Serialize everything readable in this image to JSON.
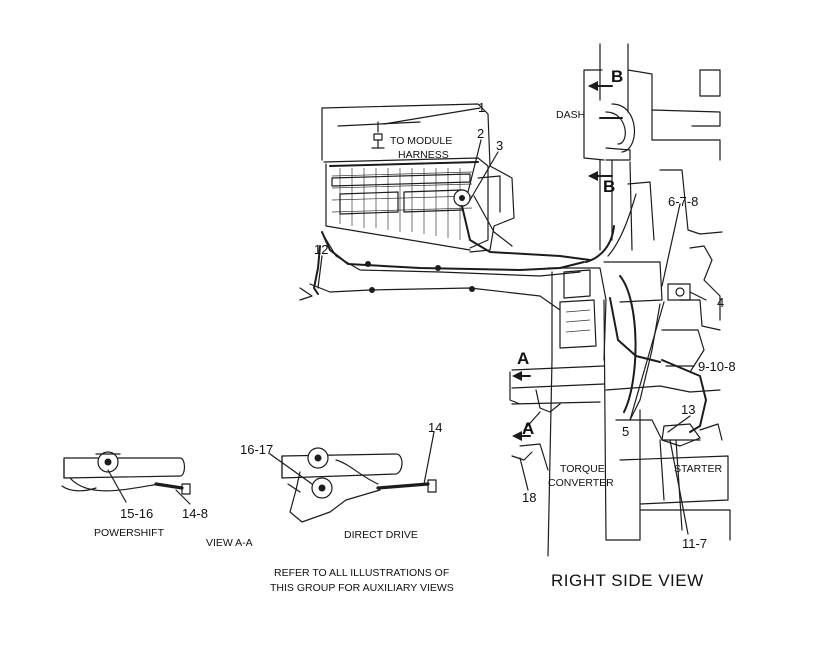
{
  "labels": {
    "to_module_harness": [
      "TO MODULE",
      "HARNESS"
    ],
    "dash": "DASH",
    "torque_converter": [
      "TORQUE",
      "CONVERTER"
    ],
    "starter": "STARTER",
    "powershift": "POWERSHIFT",
    "view_a_a": "VIEW A-A",
    "direct_drive": "DIRECT DRIVE",
    "refer_note": [
      "REFER TO ALL ILLUSTRATIONS OF",
      "THIS GROUP FOR AUXILIARY VIEWS"
    ],
    "view_title": "RIGHT SIDE VIEW"
  },
  "section_markers": {
    "b_top": "B",
    "b_bottom": "B",
    "a_top": "A",
    "a_bottom": "A"
  },
  "callouts": {
    "c1": "1",
    "c2": "2",
    "c3": "3",
    "c4": "4",
    "c5": "5",
    "c6_7_8": "6-7-8",
    "c9_10_8": "9-10-8",
    "c11_7": "11-7",
    "c12": "12",
    "c13": "13",
    "c14": "14",
    "c14_8": "14-8",
    "c15_16": "15-16",
    "c16_17": "16-17",
    "c18": "18"
  }
}
